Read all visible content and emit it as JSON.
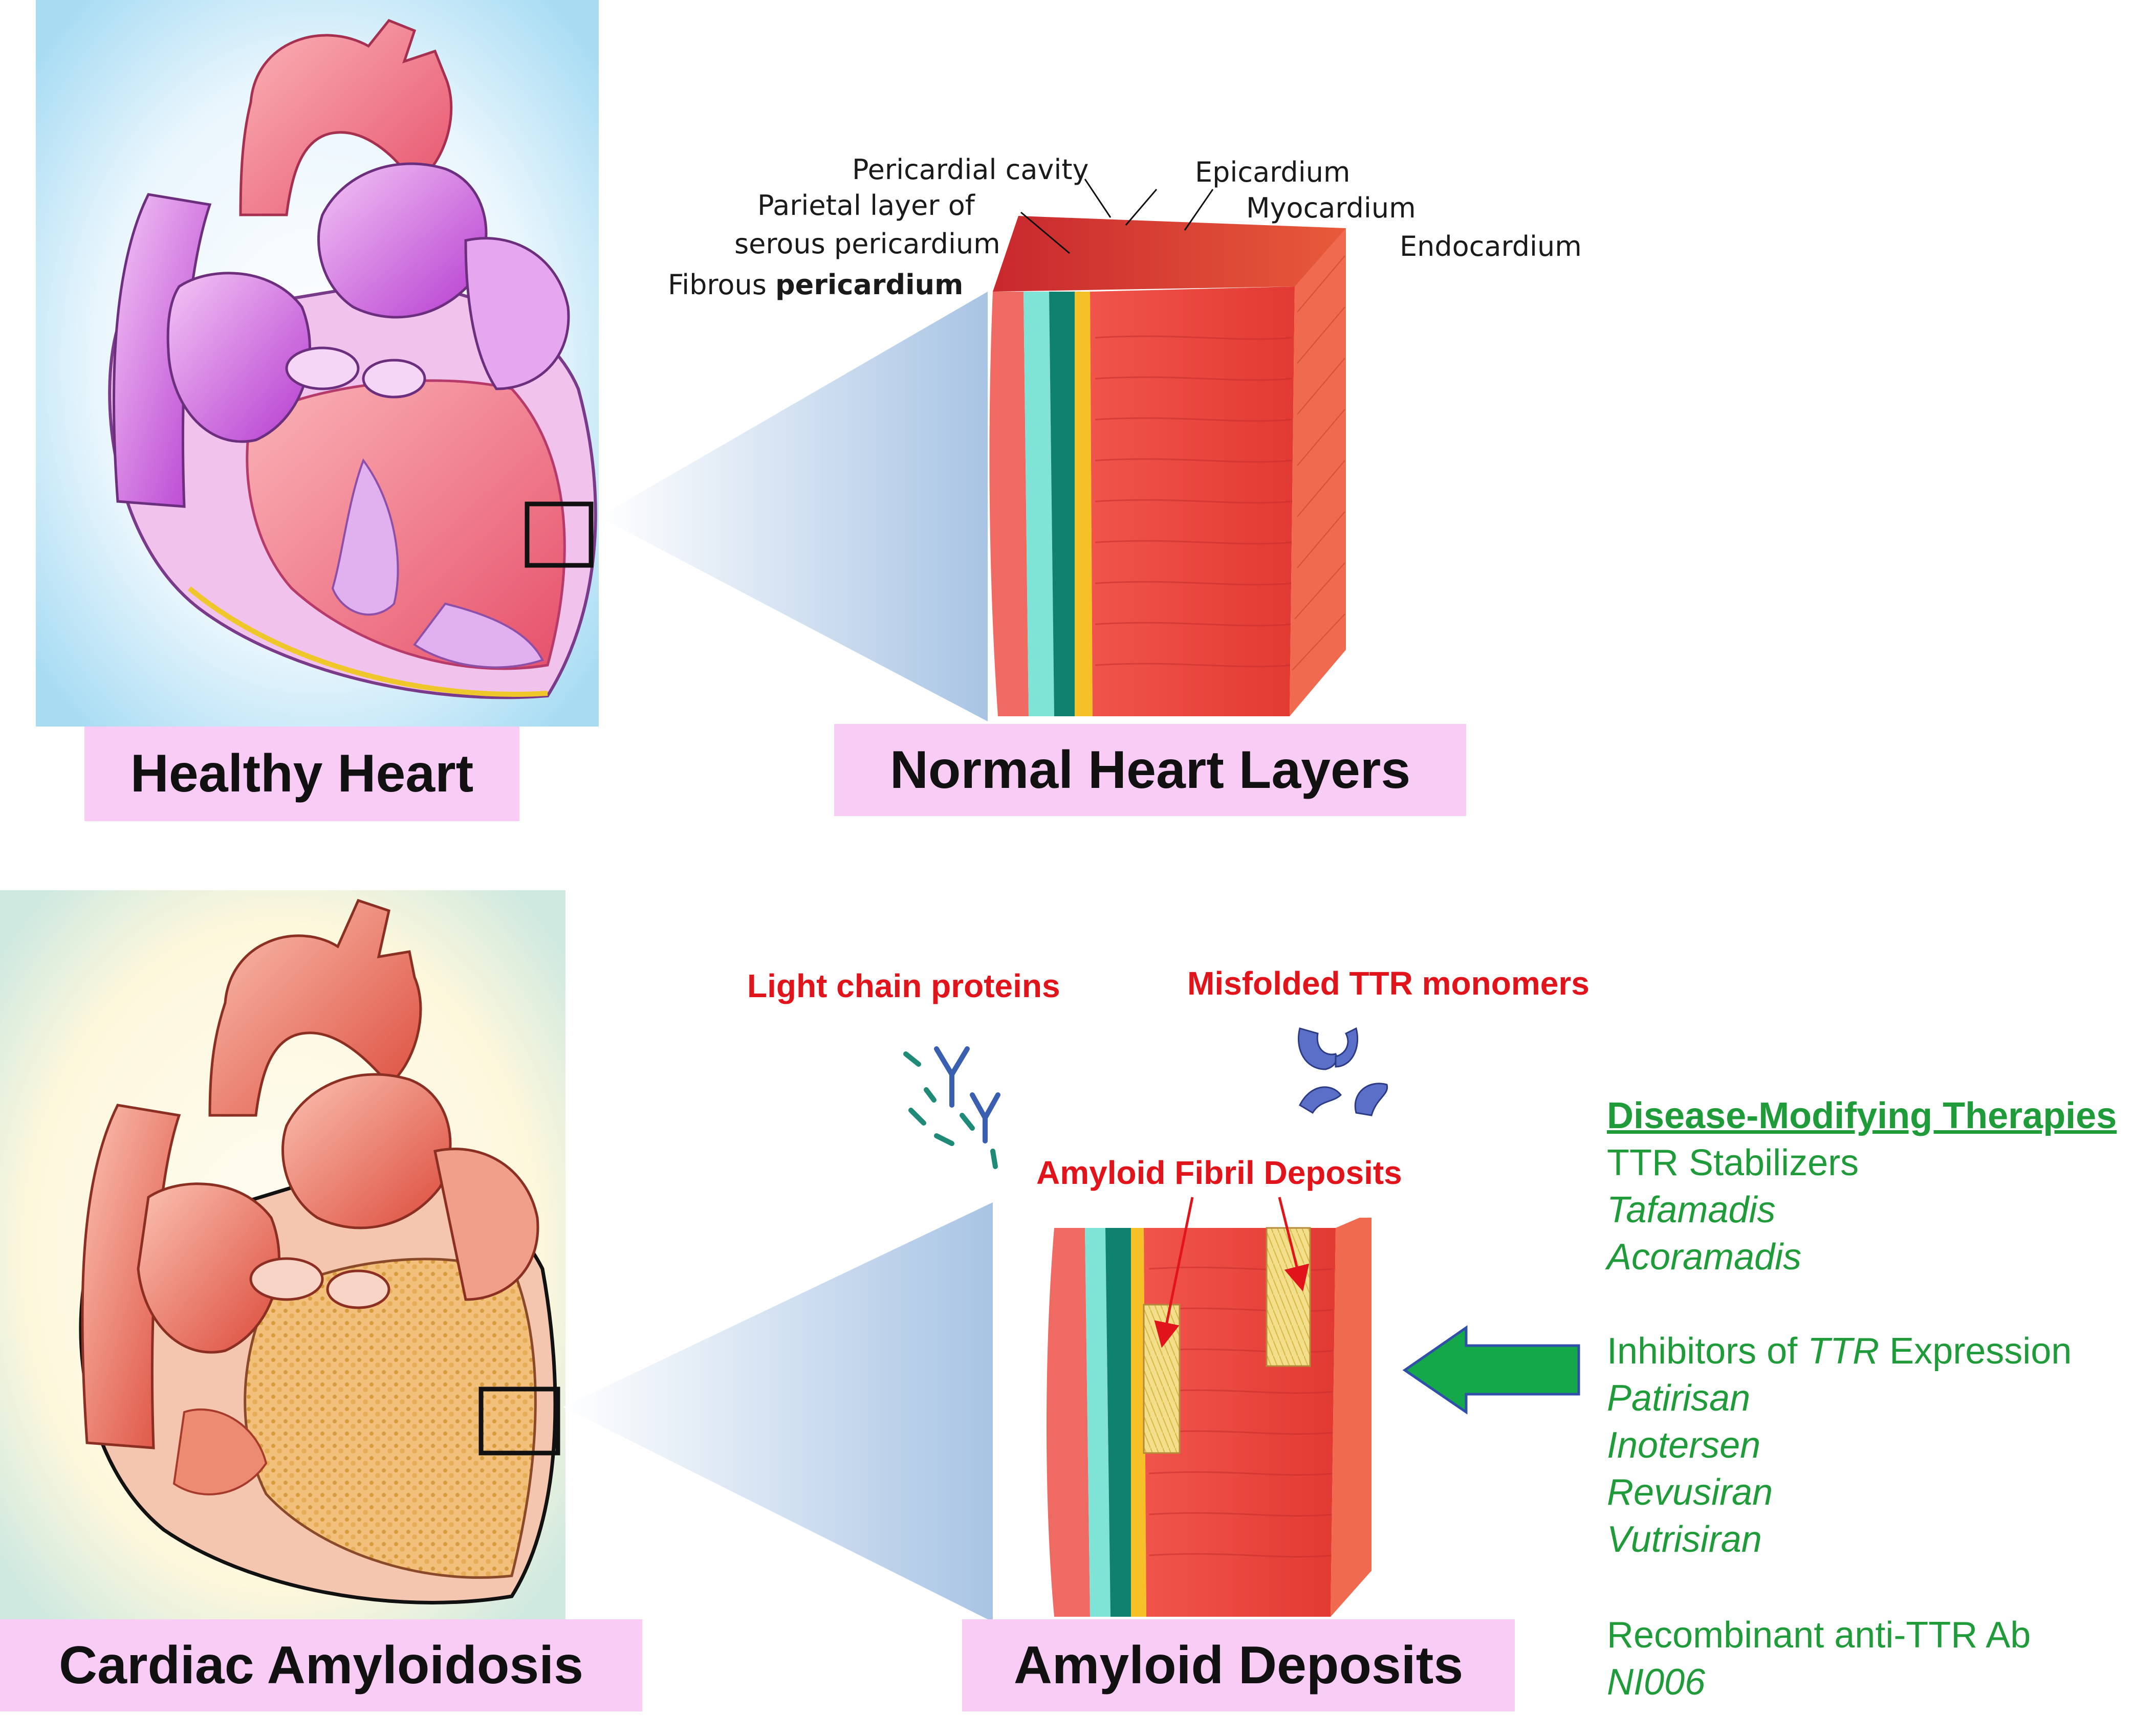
{
  "captions": {
    "healthy_heart": "Healthy Heart",
    "normal_layers": "Normal Heart Layers",
    "cardiac_amyloidosis": "Cardiac Amyloidosis",
    "amyloid_deposits": "Amyloid Deposits"
  },
  "layer_labels": {
    "pericardial_cavity": "Pericardial cavity",
    "parietal_line1": "Parietal layer of",
    "parietal_line2": "serous pericardium",
    "fibrous_prefix": "Fibrous ",
    "fibrous_bold": "pericardium",
    "epicardium": "Epicardium",
    "myocardium": "Myocardium",
    "endocardium": "Endocardium"
  },
  "amyloid_labels": {
    "light_chain": "Light chain proteins",
    "misfolded_ttr": "Misfolded TTR monomers",
    "fibril_deposits": "Amyloid Fibril Deposits"
  },
  "therapies": {
    "heading": "Disease-Modifying Therapies",
    "stabilizers_title": "TTR Stabilizers",
    "stabilizers": [
      "Tafamadis",
      "Acoramadis"
    ],
    "inhibitors_prefix": "Inhibitors of ",
    "inhibitors_italic": "TTR",
    "inhibitors_suffix": " Expression",
    "inhibitors": [
      "Patirisan",
      "Inotersen",
      "Revusiran",
      "Vutrisiran"
    ],
    "antibody_title": "Recombinant anti-TTR Ab",
    "antibody": "NI006"
  },
  "colors": {
    "caption_bg": "#f9ccf6",
    "label_red": "#e0141a",
    "therapy_green": "#1f9b3a",
    "muscle_red": "#e8463f",
    "arrow_green": "#14a84a"
  }
}
